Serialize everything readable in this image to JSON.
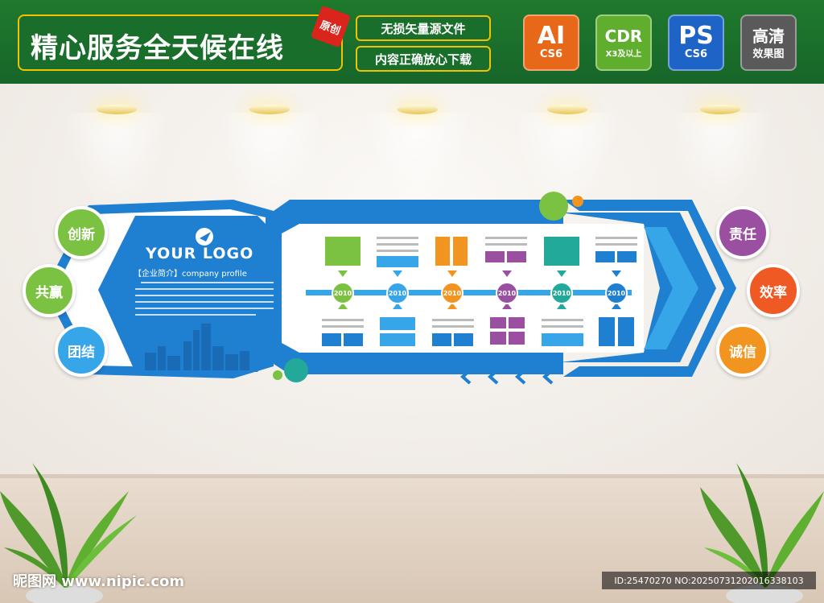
{
  "banner": {
    "title": "精心服务全天候在线",
    "badge": "原创",
    "features": [
      "无损矢量源文件",
      "内容正确放心下载"
    ],
    "software": [
      {
        "big": "AI",
        "small": "CS6",
        "color": "#e8681a"
      },
      {
        "big": "CDR",
        "small": "X3及以上",
        "color": "#5fae2e"
      },
      {
        "big": "PS",
        "small": "CS6",
        "color": "#1e63c6"
      },
      {
        "big": "高清",
        "small": "效果图",
        "color": "#5a5a5a"
      }
    ]
  },
  "board": {
    "logo": "YOUR LOGO",
    "profile_title": "【企业简介】company profile",
    "left_values": [
      "创新",
      "共赢",
      "团结"
    ],
    "right_values": [
      "责任",
      "效率",
      "诚信"
    ],
    "years": [
      "2010",
      "2010",
      "2010",
      "2010",
      "2010",
      "2010"
    ],
    "colors": {
      "blue": "#1f7fd0",
      "light_blue": "#36a6e8",
      "green": "#7cc242",
      "orange": "#f29420",
      "purple": "#9a4fa1",
      "teal": "#22a99a",
      "red_orange": "#ef5a24"
    }
  },
  "footer": {
    "watermark": "昵图网 www.nipic.com",
    "image_id": "ID:25470270 NO:20250731202016338103"
  }
}
